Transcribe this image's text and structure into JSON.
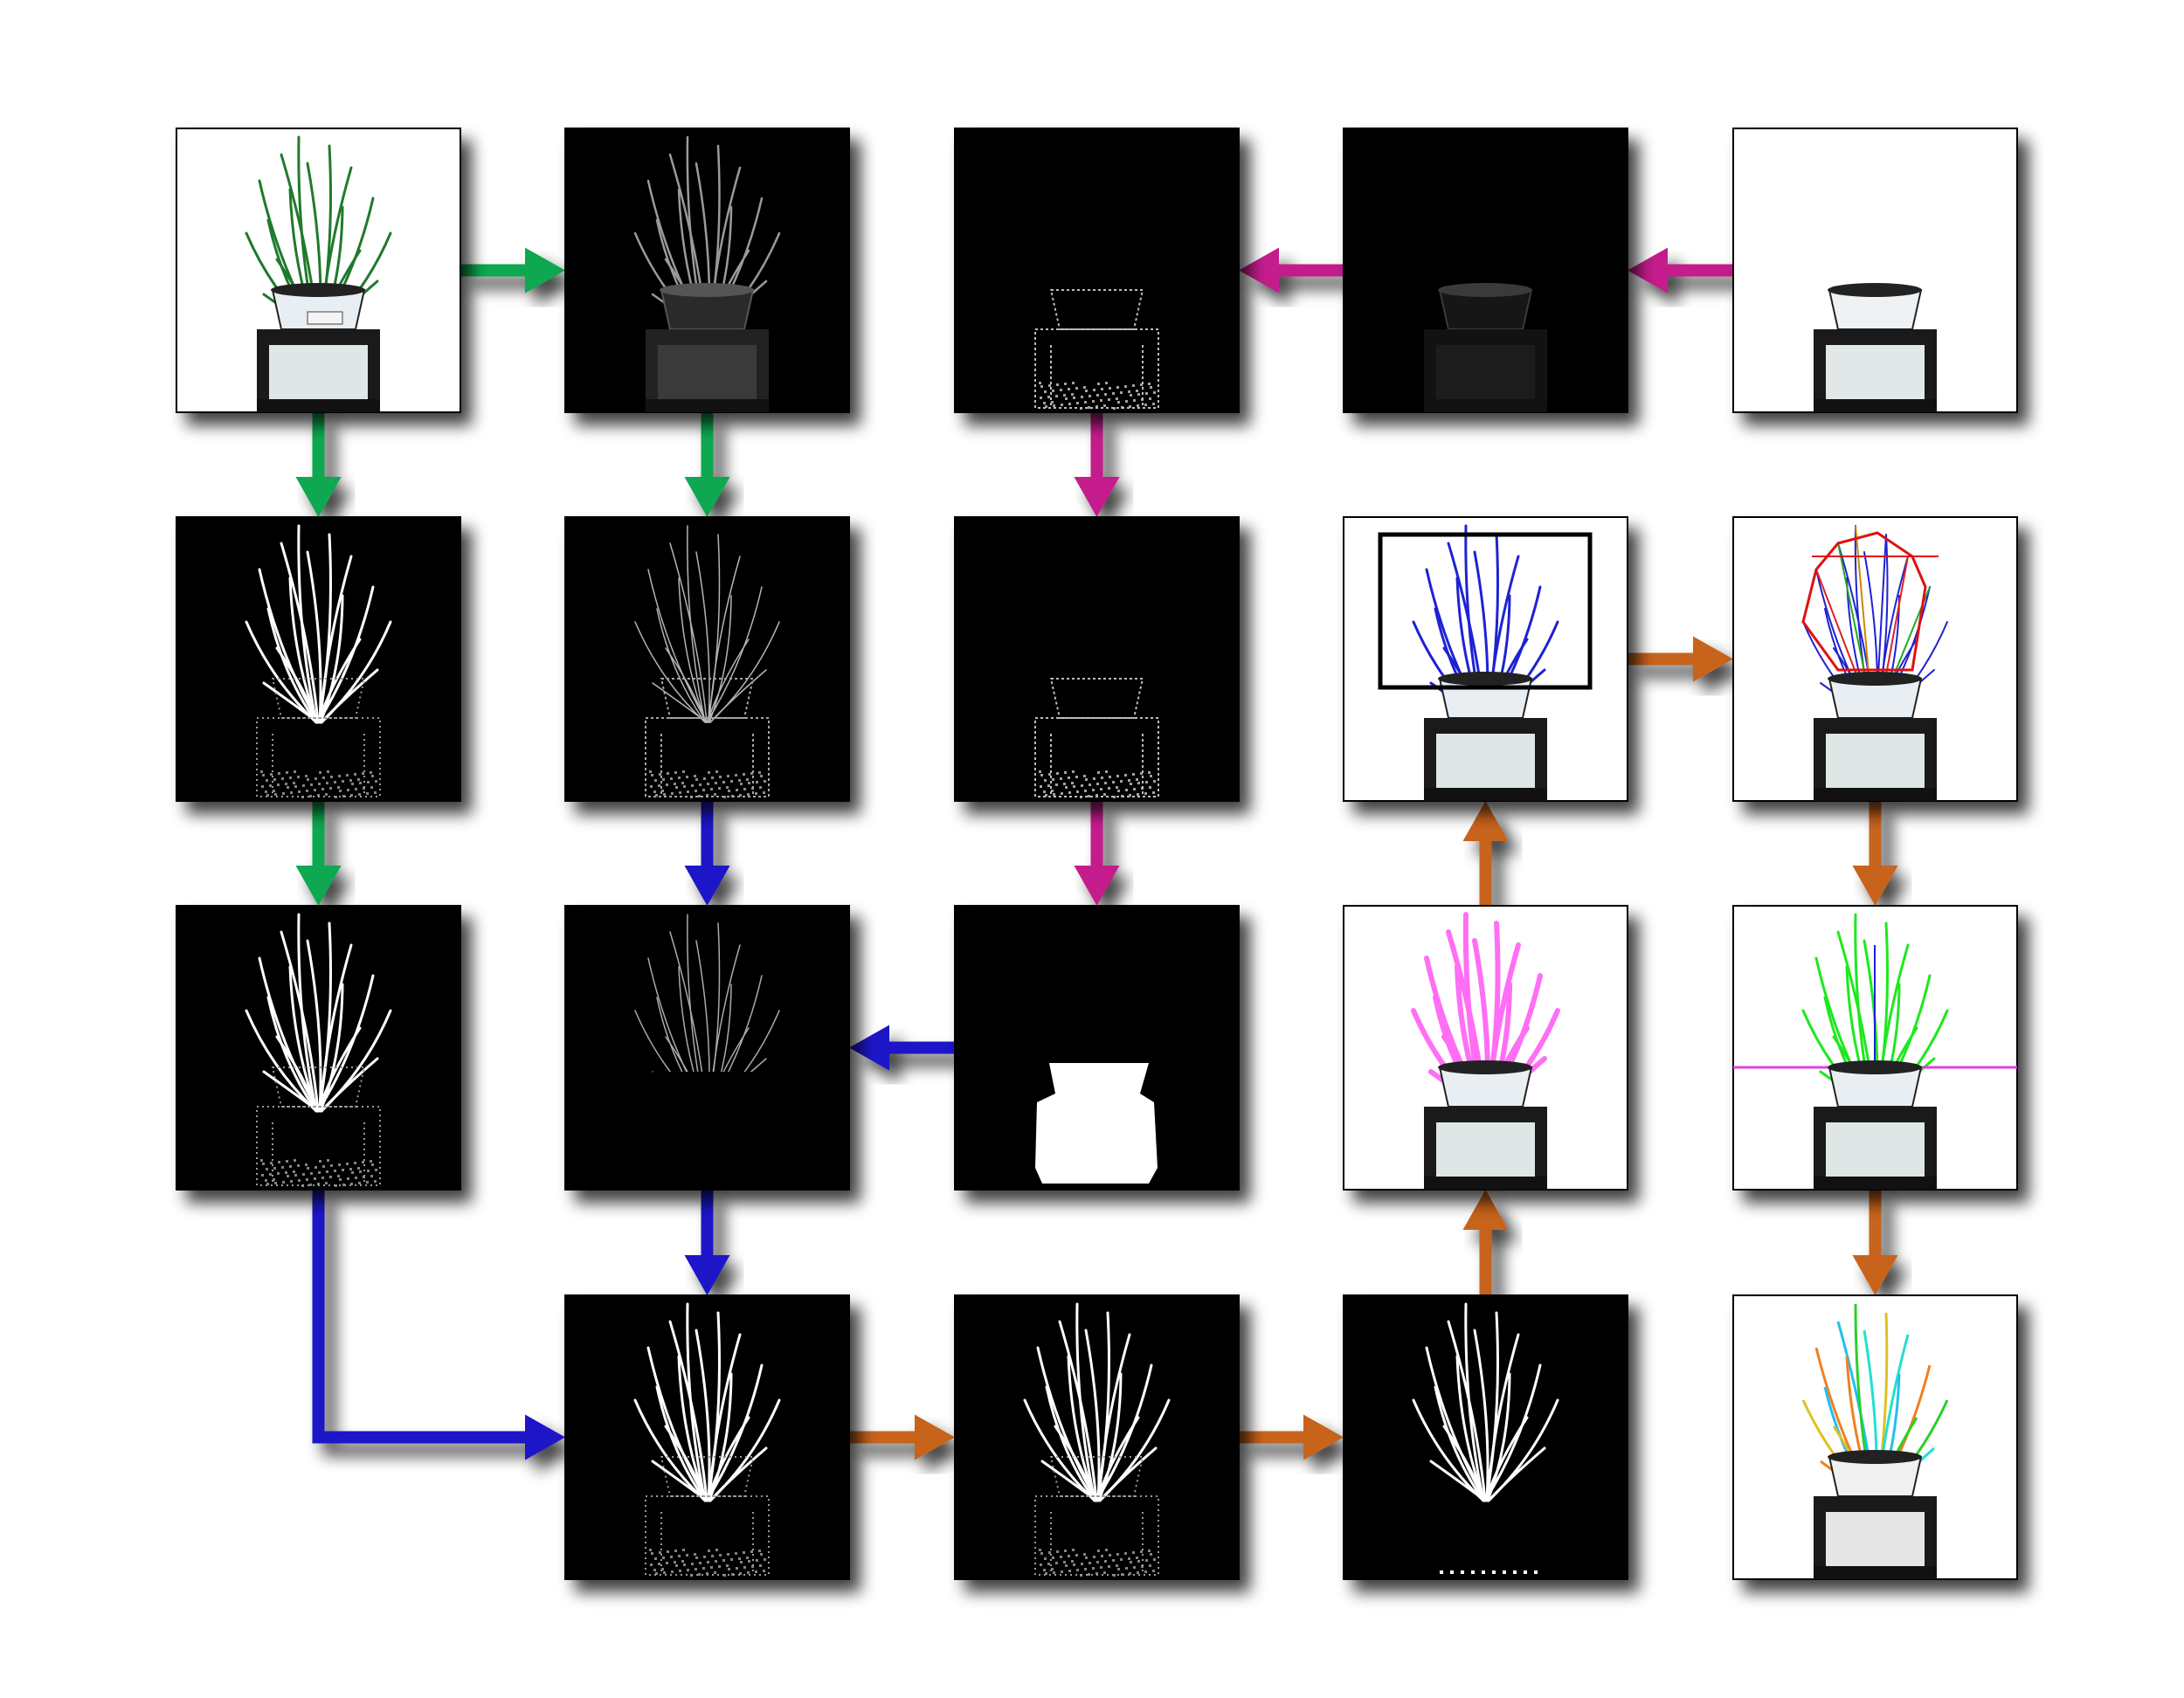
{
  "colors": {
    "green": "#0aa850",
    "magenta": "#c41e8c",
    "blue": "#1e14c8",
    "orange": "#c8641e",
    "shadow": "#8a8a8a",
    "panel_black": "#000000",
    "panel_white": "#ffffff"
  },
  "panels": [
    {
      "id": "r1c1",
      "row": 1,
      "col": 1,
      "bg": "white",
      "content": "color-plant"
    },
    {
      "id": "r1c2",
      "row": 1,
      "col": 2,
      "bg": "black",
      "content": "gray-plant"
    },
    {
      "id": "r1c3",
      "row": 1,
      "col": 3,
      "bg": "black",
      "content": "pot-edges"
    },
    {
      "id": "r1c4",
      "row": 1,
      "col": 4,
      "bg": "black",
      "content": "pot-dark"
    },
    {
      "id": "r1c5",
      "row": 1,
      "col": 5,
      "bg": "white",
      "content": "pot-only"
    },
    {
      "id": "r2c1",
      "row": 2,
      "col": 1,
      "bg": "black",
      "content": "binary-plant"
    },
    {
      "id": "r2c2",
      "row": 2,
      "col": 2,
      "bg": "black",
      "content": "edge-plant"
    },
    {
      "id": "r2c3",
      "row": 2,
      "col": 3,
      "bg": "black",
      "content": "pot-edges"
    },
    {
      "id": "r2c4",
      "row": 2,
      "col": 4,
      "bg": "white",
      "content": "bbox-plant"
    },
    {
      "id": "r2c5",
      "row": 2,
      "col": 5,
      "bg": "white",
      "content": "hull-plant"
    },
    {
      "id": "r3c1",
      "row": 3,
      "col": 1,
      "bg": "black",
      "content": "binary-plant"
    },
    {
      "id": "r3c2",
      "row": 3,
      "col": 2,
      "bg": "black",
      "content": "masked-edges"
    },
    {
      "id": "r3c3",
      "row": 3,
      "col": 3,
      "bg": "black",
      "content": "pot-mask"
    },
    {
      "id": "r3c4",
      "row": 3,
      "col": 4,
      "bg": "white",
      "content": "pink-plant"
    },
    {
      "id": "r3c5",
      "row": 3,
      "col": 5,
      "bg": "white",
      "content": "height-plant"
    },
    {
      "id": "r4c2",
      "row": 4,
      "col": 2,
      "bg": "black",
      "content": "binary-plant"
    },
    {
      "id": "r4c3",
      "row": 4,
      "col": 3,
      "bg": "black",
      "content": "binary-plant"
    },
    {
      "id": "r4c4",
      "row": 4,
      "col": 4,
      "bg": "black",
      "content": "clean-plant"
    },
    {
      "id": "r4c5",
      "row": 4,
      "col": 5,
      "bg": "white",
      "content": "skeleton-plant"
    }
  ],
  "arrows": [
    {
      "from": "r1c1",
      "to": "r1c2",
      "color": "green"
    },
    {
      "from": "r1c1",
      "to": "r2c1",
      "color": "green"
    },
    {
      "from": "r1c2",
      "to": "r2c2",
      "color": "green"
    },
    {
      "from": "r2c1",
      "to": "r3c1",
      "color": "green"
    },
    {
      "from": "r1c5",
      "to": "r1c4",
      "color": "magenta"
    },
    {
      "from": "r1c4",
      "to": "r1c3",
      "color": "magenta"
    },
    {
      "from": "r1c3",
      "to": "r2c3",
      "color": "magenta"
    },
    {
      "from": "r2c3",
      "to": "r3c3",
      "color": "magenta"
    },
    {
      "from": "r2c2",
      "to": "r3c2",
      "color": "blue"
    },
    {
      "from": "r3c3",
      "to": "r3c2",
      "color": "blue"
    },
    {
      "from": "r3c2",
      "to": "r4c2",
      "color": "blue"
    },
    {
      "from": "r3c1",
      "to": "r4c2",
      "color": "blue",
      "routing": "elbow"
    },
    {
      "from": "r4c2",
      "to": "r4c3",
      "color": "orange"
    },
    {
      "from": "r4c3",
      "to": "r4c4",
      "color": "orange"
    },
    {
      "from": "r4c4",
      "to": "r3c4",
      "color": "orange"
    },
    {
      "from": "r3c4",
      "to": "r2c4",
      "color": "orange"
    },
    {
      "from": "r2c4",
      "to": "r2c5",
      "color": "orange"
    },
    {
      "from": "r2c5",
      "to": "r3c5",
      "color": "orange"
    },
    {
      "from": "r3c5",
      "to": "r4c5",
      "color": "orange"
    }
  ]
}
